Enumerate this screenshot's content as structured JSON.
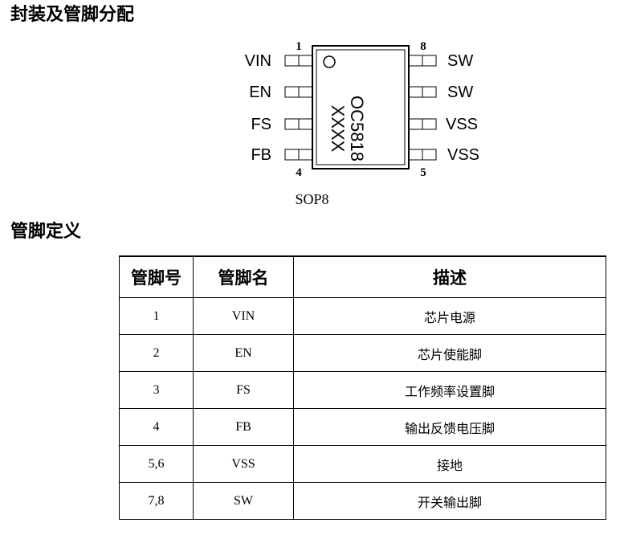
{
  "section_titles": {
    "package": "封装及管脚分配",
    "pin_def": "管脚定义"
  },
  "chip": {
    "marking": "OC5818",
    "marking2": "XXXX",
    "package_name": "SOP8",
    "pin_numbers": {
      "p1": "1",
      "p4": "4",
      "p5": "5",
      "p8": "8"
    },
    "left_pins": [
      "VIN",
      "EN",
      "FS",
      "FB"
    ],
    "right_pins": [
      "SW",
      "SW",
      "VSS",
      "VSS"
    ]
  },
  "table": {
    "headers": [
      "管脚号",
      "管脚名",
      "描述"
    ],
    "rows": [
      {
        "num": "1",
        "name": "VIN",
        "desc": "芯片电源"
      },
      {
        "num": "2",
        "name": "EN",
        "desc": "芯片使能脚"
      },
      {
        "num": "3",
        "name": "FS",
        "desc": "工作频率设置脚"
      },
      {
        "num": "4",
        "name": "FB",
        "desc": "输出反馈电压脚"
      },
      {
        "num": "5,6",
        "name": "VSS",
        "desc": "接地"
      },
      {
        "num": "7,8",
        "name": "SW",
        "desc": "开关输出脚"
      }
    ]
  }
}
